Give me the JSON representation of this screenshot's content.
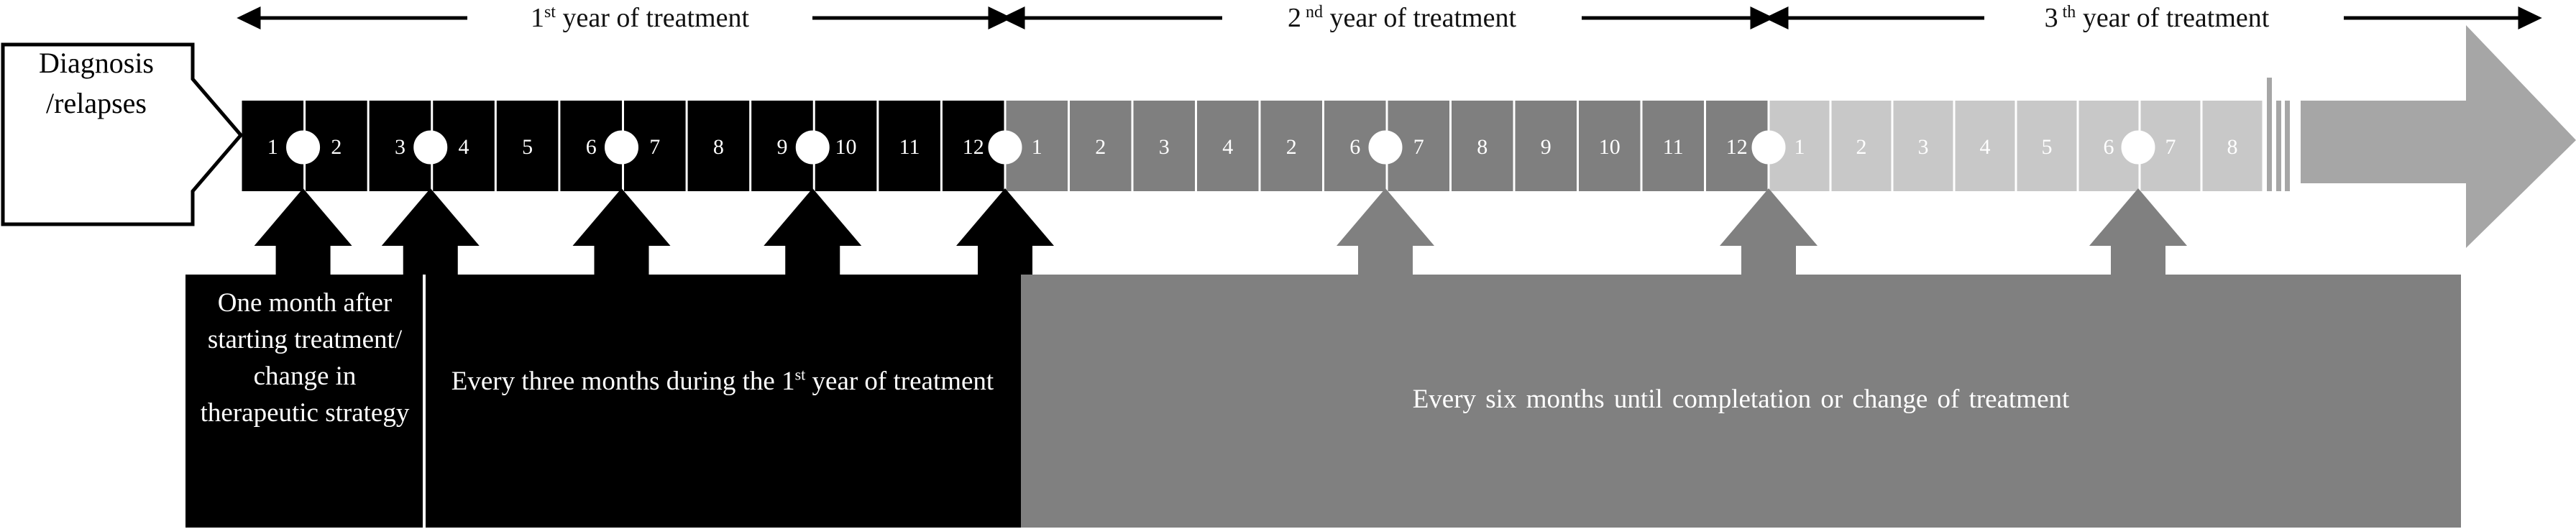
{
  "diagnosis": {
    "line1": "Diagnosis",
    "line2": "/relapses"
  },
  "years": [
    {
      "num": "1",
      "sup": "st",
      "suffix": " year  of treatment"
    },
    {
      "num": "2",
      "sup": " nd",
      "suffix": " year of treatment"
    },
    {
      "num": "3",
      "sup": " th",
      "suffix": " year of treatment"
    }
  ],
  "year1_months": [
    "1",
    "2",
    "3",
    "4",
    "5",
    "6",
    "7",
    "8",
    "9",
    "10",
    "11",
    "12"
  ],
  "year2_months": [
    "1",
    "2",
    "3",
    "4",
    "2",
    "6",
    "7",
    "8",
    "9",
    "10",
    "11",
    "12"
  ],
  "year3_months": [
    "1",
    "2",
    "3",
    "4",
    "5",
    "6",
    "7",
    "8"
  ],
  "boxes": {
    "one_month": "One month after starting treatment/ change in therapeutic strategy",
    "three_months_pre": "Every three months  during  the  1",
    "three_months_sup": "st",
    "three_months_post": " year of treatment",
    "six_months": "Every six months  until  completation  or change of treatment"
  },
  "colors": {
    "year1": "#000000",
    "year2": "#7f7f7f",
    "year3": "#c8c8c8"
  }
}
